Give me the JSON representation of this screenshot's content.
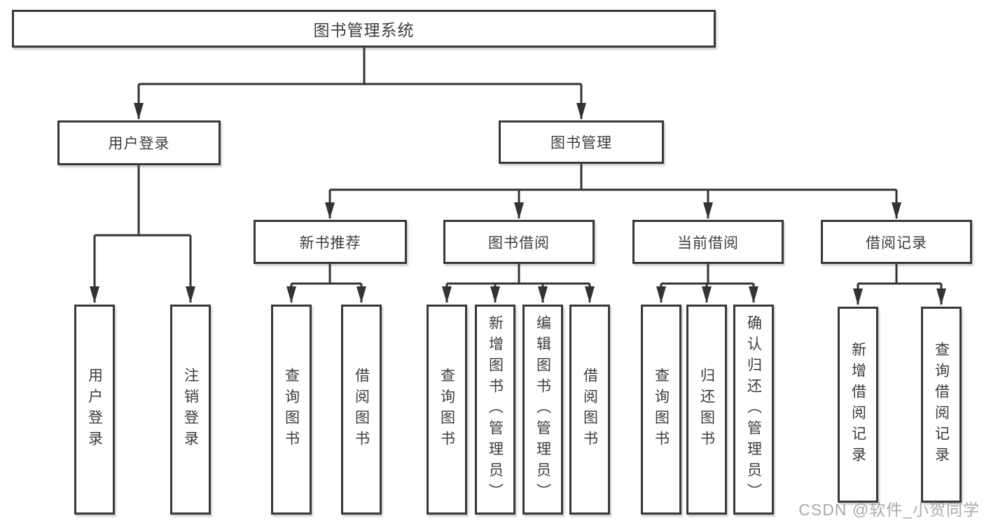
{
  "tree": {
    "root": {
      "label": "图书管理系统"
    },
    "branches": [
      {
        "label": "用户登录",
        "children": [
          {
            "label": "用户登录"
          },
          {
            "label": "注销登录"
          }
        ]
      },
      {
        "label": "图书管理",
        "children": [
          {
            "label": "新书推荐",
            "children": [
              {
                "label": "查询图书"
              },
              {
                "label": "借阅图书"
              }
            ]
          },
          {
            "label": "图书借阅",
            "children": [
              {
                "label": "查询图书"
              },
              {
                "label": "新增图书（管理员）"
              },
              {
                "label": "编辑图书（管理员）"
              },
              {
                "label": "借阅图书"
              }
            ]
          },
          {
            "label": "当前借阅",
            "children": [
              {
                "label": "查询图书"
              },
              {
                "label": "归还图书"
              },
              {
                "label": "确认归还（管理员）"
              }
            ]
          },
          {
            "label": "借阅记录",
            "children": [
              {
                "label": "新增借阅记录"
              },
              {
                "label": "查询借阅记录"
              }
            ]
          }
        ]
      }
    ]
  },
  "watermark": {
    "text": "CSDN @软件_小贺同学"
  },
  "colors": {
    "line": "#333333",
    "box_border": "#383838",
    "text": "#3c3c3c",
    "watermark": "#9e9e9e",
    "background": "#ffffff"
  }
}
